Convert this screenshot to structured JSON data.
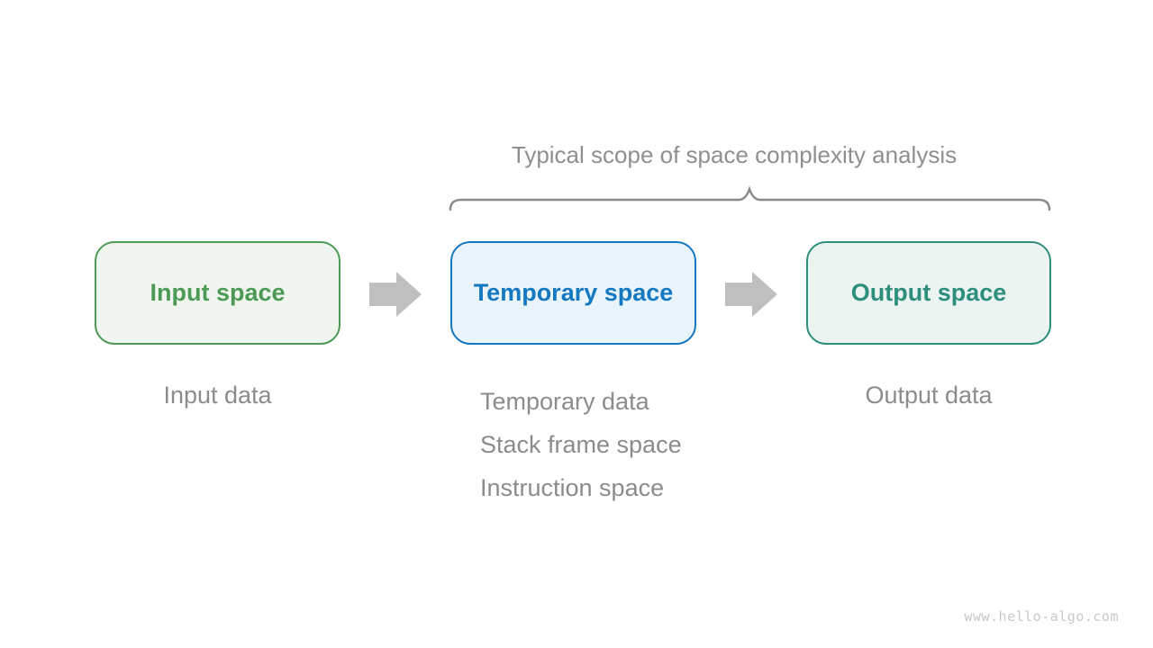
{
  "title": {
    "text": "Typical scope of space complexity analysis",
    "color": "#8F8F8F"
  },
  "brace": {
    "color": "#8A8A8A",
    "spans": "temporary-space and output-space boxes"
  },
  "arrows": {
    "color": "#BFBFBF",
    "direction": "right",
    "count": 2
  },
  "boxes": [
    {
      "label": "Input space",
      "border_color": "#4C9A55",
      "fill_color": "#F0F6EF",
      "text_color": "#4C9A55",
      "captions": [
        "Input data"
      ]
    },
    {
      "label": "Temporary space",
      "border_color": "#1579C2",
      "fill_color": "#EAF4FB",
      "text_color": "#1579C2",
      "captions": [
        "Temporary data",
        "Stack frame space",
        "Instruction space"
      ]
    },
    {
      "label": "Output space",
      "border_color": "#2E8E7C",
      "fill_color": "#EBF4F1",
      "text_color": "#2E8E7C",
      "captions": [
        "Output data"
      ]
    }
  ],
  "captions_color": "#8C8C8C",
  "watermark": {
    "text": "www.hello-algo.com",
    "color": "#C8C8C8"
  }
}
